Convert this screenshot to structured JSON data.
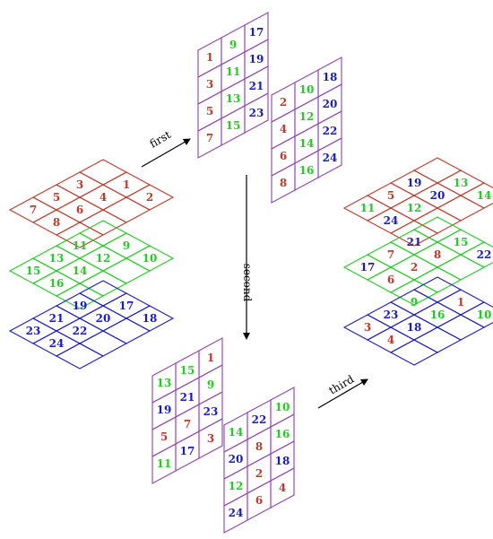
{
  "colors": {
    "red": "#c0392b",
    "green": "#22cc22",
    "blue": "#1a1acc",
    "purple": "#8e44ad",
    "arrow": "#000000"
  },
  "labels": {
    "first": "first",
    "second": "second",
    "third": "third"
  },
  "stacks": [
    {
      "id": "initial",
      "layers": [
        {
          "outline": "red",
          "rows": [
            [
              {
                "n": "",
                "c": "red"
              },
              {
                "n": "1",
                "c": "red"
              },
              {
                "n": "2",
                "c": "red"
              }
            ],
            [
              {
                "n": "3",
                "c": "red"
              },
              {
                "n": "4",
                "c": "red"
              },
              {
                "n": "",
                "c": "red"
              }
            ],
            [
              {
                "n": "5",
                "c": "red"
              },
              {
                "n": "6",
                "c": "red"
              },
              {
                "n": "",
                "c": "red"
              }
            ],
            [
              {
                "n": "7",
                "c": "red"
              },
              {
                "n": "8",
                "c": "red"
              },
              {
                "n": "",
                "c": "red"
              }
            ]
          ]
        },
        {
          "outline": "green",
          "rows": [
            [
              {
                "n": "",
                "c": "green"
              },
              {
                "n": "9",
                "c": "green"
              },
              {
                "n": "10",
                "c": "green"
              }
            ],
            [
              {
                "n": "11",
                "c": "green"
              },
              {
                "n": "12",
                "c": "green"
              },
              {
                "n": "",
                "c": "green"
              }
            ],
            [
              {
                "n": "13",
                "c": "green"
              },
              {
                "n": "14",
                "c": "green"
              },
              {
                "n": "",
                "c": "green"
              }
            ],
            [
              {
                "n": "15",
                "c": "green"
              },
              {
                "n": "16",
                "c": "green"
              },
              {
                "n": "",
                "c": "green"
              }
            ]
          ]
        },
        {
          "outline": "blue",
          "rows": [
            [
              {
                "n": "",
                "c": "blue"
              },
              {
                "n": "17",
                "c": "blue"
              },
              {
                "n": "18",
                "c": "blue"
              }
            ],
            [
              {
                "n": "19",
                "c": "blue"
              },
              {
                "n": "20",
                "c": "blue"
              },
              {
                "n": "",
                "c": "blue"
              }
            ],
            [
              {
                "n": "21",
                "c": "blue"
              },
              {
                "n": "22",
                "c": "blue"
              },
              {
                "n": "",
                "c": "blue"
              }
            ],
            [
              {
                "n": "23",
                "c": "blue"
              },
              {
                "n": "24",
                "c": "blue"
              },
              {
                "n": "",
                "c": "blue"
              }
            ]
          ]
        }
      ]
    },
    {
      "id": "after-first",
      "panels": [
        {
          "rows": [
            [
              {
                "n": "1",
                "c": "red"
              },
              {
                "n": "9",
                "c": "green"
              },
              {
                "n": "17",
                "c": "blue"
              }
            ],
            [
              {
                "n": "3",
                "c": "red"
              },
              {
                "n": "11",
                "c": "green"
              },
              {
                "n": "19",
                "c": "blue"
              }
            ],
            [
              {
                "n": "5",
                "c": "red"
              },
              {
                "n": "13",
                "c": "green"
              },
              {
                "n": "21",
                "c": "blue"
              }
            ],
            [
              {
                "n": "7",
                "c": "red"
              },
              {
                "n": "15",
                "c": "green"
              },
              {
                "n": "23",
                "c": "blue"
              }
            ]
          ]
        },
        {
          "rows": [
            [
              {
                "n": "2",
                "c": "red"
              },
              {
                "n": "10",
                "c": "green"
              },
              {
                "n": "18",
                "c": "blue"
              }
            ],
            [
              {
                "n": "4",
                "c": "red"
              },
              {
                "n": "12",
                "c": "green"
              },
              {
                "n": "20",
                "c": "blue"
              }
            ],
            [
              {
                "n": "6",
                "c": "red"
              },
              {
                "n": "14",
                "c": "green"
              },
              {
                "n": "22",
                "c": "blue"
              }
            ],
            [
              {
                "n": "8",
                "c": "red"
              },
              {
                "n": "16",
                "c": "green"
              },
              {
                "n": "24",
                "c": "blue"
              }
            ]
          ]
        }
      ]
    },
    {
      "id": "after-second",
      "panels": [
        {
          "rows": [
            [
              {
                "n": "13",
                "c": "green"
              },
              {
                "n": "15",
                "c": "green"
              },
              {
                "n": "1",
                "c": "red"
              }
            ],
            [
              {
                "n": "19",
                "c": "blue"
              },
              {
                "n": "21",
                "c": "blue"
              },
              {
                "n": "9",
                "c": "green"
              }
            ],
            [
              {
                "n": "5",
                "c": "red"
              },
              {
                "n": "7",
                "c": "red"
              },
              {
                "n": "23",
                "c": "blue"
              }
            ],
            [
              {
                "n": "11",
                "c": "green"
              },
              {
                "n": "17",
                "c": "blue"
              },
              {
                "n": "3",
                "c": "red"
              }
            ]
          ]
        },
        {
          "rows": [
            [
              {
                "n": "14",
                "c": "green"
              },
              {
                "n": "22",
                "c": "blue"
              },
              {
                "n": "10",
                "c": "green"
              }
            ],
            [
              {
                "n": "20",
                "c": "blue"
              },
              {
                "n": "8",
                "c": "red"
              },
              {
                "n": "16",
                "c": "green"
              }
            ],
            [
              {
                "n": "12",
                "c": "green"
              },
              {
                "n": "2",
                "c": "red"
              },
              {
                "n": "18",
                "c": "blue"
              }
            ],
            [
              {
                "n": "24",
                "c": "blue"
              },
              {
                "n": "6",
                "c": "red"
              },
              {
                "n": "4",
                "c": "red"
              }
            ]
          ]
        }
      ]
    },
    {
      "id": "after-third",
      "layers": [
        {
          "outline": "red",
          "rows": [
            [
              {
                "n": "",
                "c": "green"
              },
              {
                "n": "13",
                "c": "green"
              },
              {
                "n": "14",
                "c": "green"
              }
            ],
            [
              {
                "n": "19",
                "c": "blue"
              },
              {
                "n": "20",
                "c": "blue"
              },
              {
                "n": "",
                "c": "blue"
              }
            ],
            [
              {
                "n": "5",
                "c": "red"
              },
              {
                "n": "12",
                "c": "green"
              },
              {
                "n": "",
                "c": "green"
              }
            ],
            [
              {
                "n": "11",
                "c": "green"
              },
              {
                "n": "24",
                "c": "blue"
              },
              {
                "n": "",
                "c": "blue"
              }
            ]
          ]
        },
        {
          "outline": "green",
          "rows": [
            [
              {
                "n": "",
                "c": "green"
              },
              {
                "n": "15",
                "c": "green"
              },
              {
                "n": "22",
                "c": "blue"
              }
            ],
            [
              {
                "n": "21",
                "c": "blue"
              },
              {
                "n": "8",
                "c": "red"
              },
              {
                "n": "",
                "c": "red"
              }
            ],
            [
              {
                "n": "7",
                "c": "red"
              },
              {
                "n": "2",
                "c": "red"
              },
              {
                "n": "",
                "c": "red"
              }
            ],
            [
              {
                "n": "17",
                "c": "blue"
              },
              {
                "n": "6",
                "c": "red"
              },
              {
                "n": "",
                "c": "red"
              }
            ]
          ]
        },
        {
          "outline": "blue",
          "rows": [
            [
              {
                "n": "",
                "c": "red"
              },
              {
                "n": "1",
                "c": "red"
              },
              {
                "n": "10",
                "c": "green"
              }
            ],
            [
              {
                "n": "9",
                "c": "green"
              },
              {
                "n": "16",
                "c": "green"
              },
              {
                "n": "",
                "c": "green"
              }
            ],
            [
              {
                "n": "23",
                "c": "blue"
              },
              {
                "n": "18",
                "c": "blue"
              },
              {
                "n": "",
                "c": "blue"
              }
            ],
            [
              {
                "n": "3",
                "c": "red"
              },
              {
                "n": "4",
                "c": "red"
              },
              {
                "n": "",
                "c": "red"
              }
            ]
          ]
        }
      ]
    }
  ]
}
